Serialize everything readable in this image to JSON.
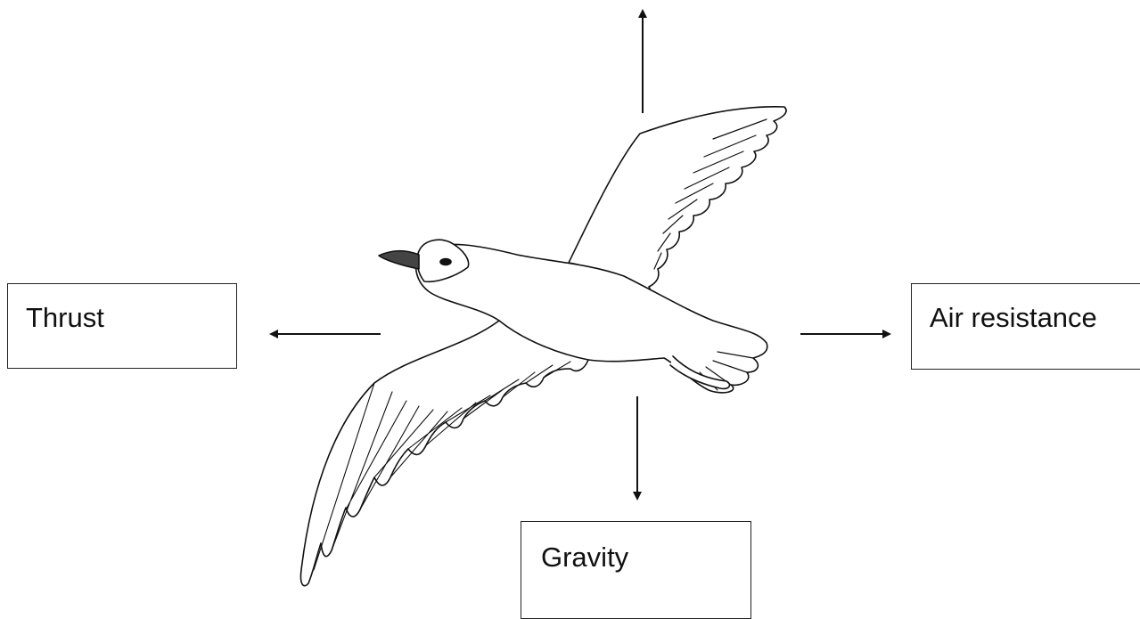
{
  "labels": {
    "thrust": "Thrust",
    "air_resistance": "Air resistance",
    "gravity": "Gravity"
  },
  "colors": {
    "line": "#111111",
    "beak": "#444444",
    "background": "#ffffff"
  },
  "icons": {
    "bird": "seagull-in-flight-icon",
    "arrows": [
      "arrow-up-icon",
      "arrow-left-icon",
      "arrow-right-icon",
      "arrow-down-icon"
    ]
  }
}
